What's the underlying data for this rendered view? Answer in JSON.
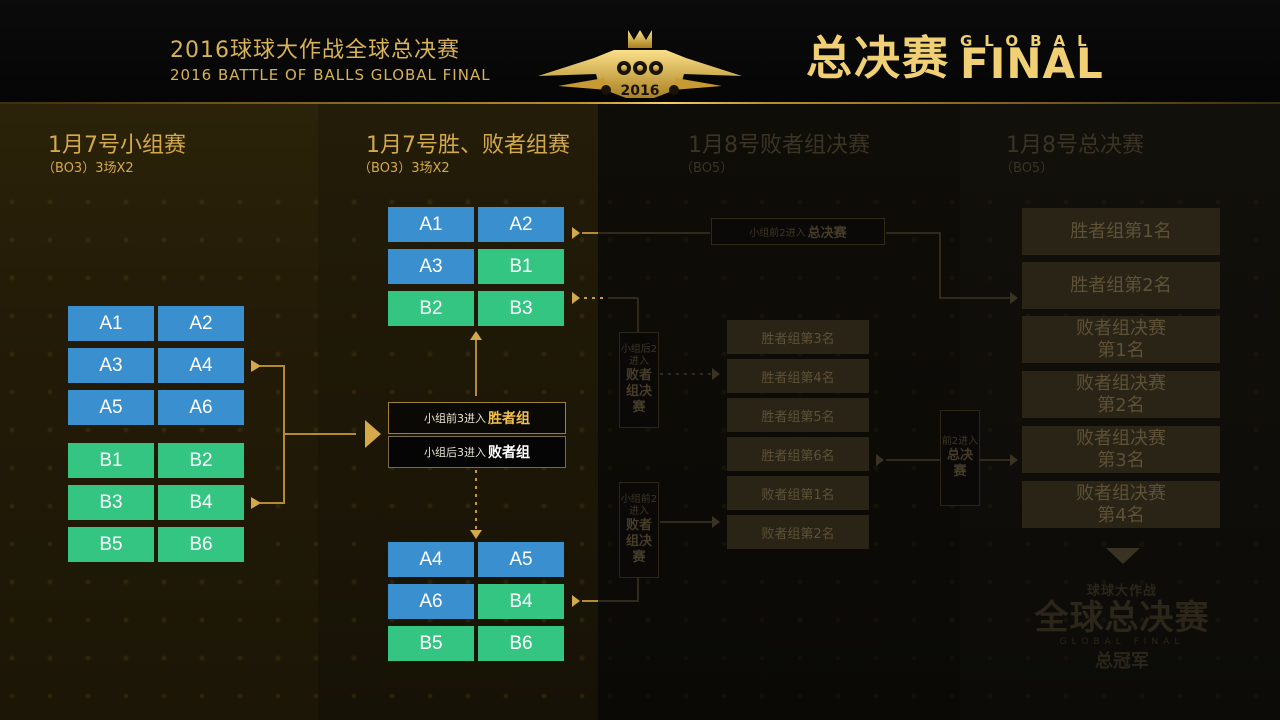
{
  "header": {
    "title_cn": "2016球球大作战全球总决赛",
    "title_en": "2016 BATTLE OF BALLS GLOBAL FINAL",
    "logo_year": "2016",
    "big_cn": "总决赛",
    "global": "GLOBAL",
    "final": "FINAL"
  },
  "columns": [
    {
      "title": "1月7号小组赛",
      "subtitle": "（BO3）3场X2"
    },
    {
      "title": "1月7号胜、败者组赛",
      "subtitle": "（BO3）3场X2"
    },
    {
      "title": "1月8号败者组决赛",
      "subtitle": "（BO5）"
    },
    {
      "title": "1月8号总决赛",
      "subtitle": "（BO5）"
    }
  ],
  "group_stage": {
    "group_a": [
      [
        "A1",
        "A2"
      ],
      [
        "A3",
        "A4"
      ],
      [
        "A5",
        "A6"
      ]
    ],
    "group_b": [
      [
        "B1",
        "B2"
      ],
      [
        "B3",
        "B4"
      ],
      [
        "B5",
        "B6"
      ]
    ]
  },
  "bracket": {
    "winners": [
      [
        "A1",
        "A2"
      ],
      [
        "A3",
        "B1"
      ],
      [
        "B2",
        "B3"
      ]
    ],
    "losers": [
      [
        "A4",
        "A5"
      ],
      [
        "A6",
        "B4"
      ],
      [
        "B5",
        "B6"
      ]
    ],
    "top3_prefix": "小组前3进入",
    "top3_strong": "胜者组",
    "bottom3_prefix": "小组后3进入",
    "bottom3_strong": "败者组"
  },
  "losers_final": {
    "direct_prefix": "小组前2进入",
    "direct_strong": "总决赛",
    "tag_a_small": "小组后2进入",
    "tag_a_strong": "败者组决赛",
    "tag_b_small": "小组前2进入",
    "tag_b_strong": "败者组决赛",
    "tag_c_small": "前2进入",
    "tag_c_strong": "总决赛",
    "slots": [
      "胜者组第3名",
      "胜者组第4名",
      "胜者组第5名",
      "胜者组第6名",
      "败者组第1名",
      "败者组第2名"
    ]
  },
  "grand_final": {
    "slots": [
      [
        "胜者组第1名"
      ],
      [
        "胜者组第2名"
      ],
      [
        "败者组决赛",
        "第1名"
      ],
      [
        "败者组决赛",
        "第2名"
      ],
      [
        "败者组决赛",
        "第3名"
      ],
      [
        "败者组决赛",
        "第4名"
      ]
    ],
    "trophy_small": "球球大作战",
    "trophy_big": "全球总决赛",
    "trophy_en": "GLOBAL FINAL",
    "trophy_champion": "总冠军"
  },
  "colors": {
    "gold": "#d3a94b",
    "blue": "#3a8fce",
    "green": "#34c583",
    "dim": "#2a2416"
  }
}
